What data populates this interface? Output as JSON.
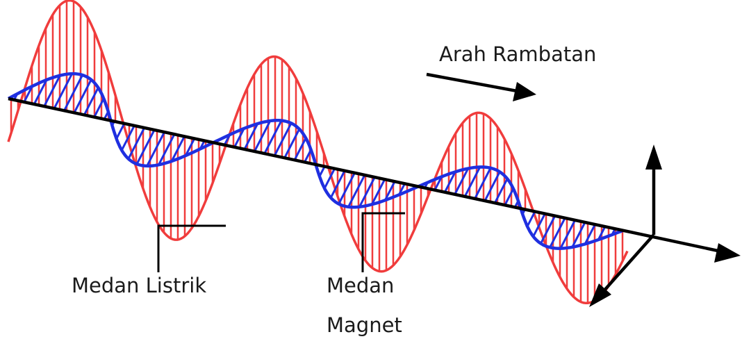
{
  "diagram": {
    "labels": {
      "direction": "Arah Rambatan",
      "electric_field": "Medan Listrik",
      "magnetic_field_line1": "Medan",
      "magnetic_field_line2": "Magnet"
    },
    "colors": {
      "electric_wave": "#f03c3c",
      "magnetic_wave": "#1f2fe0",
      "axis": "#000000",
      "text": "#1a1a1a"
    }
  }
}
